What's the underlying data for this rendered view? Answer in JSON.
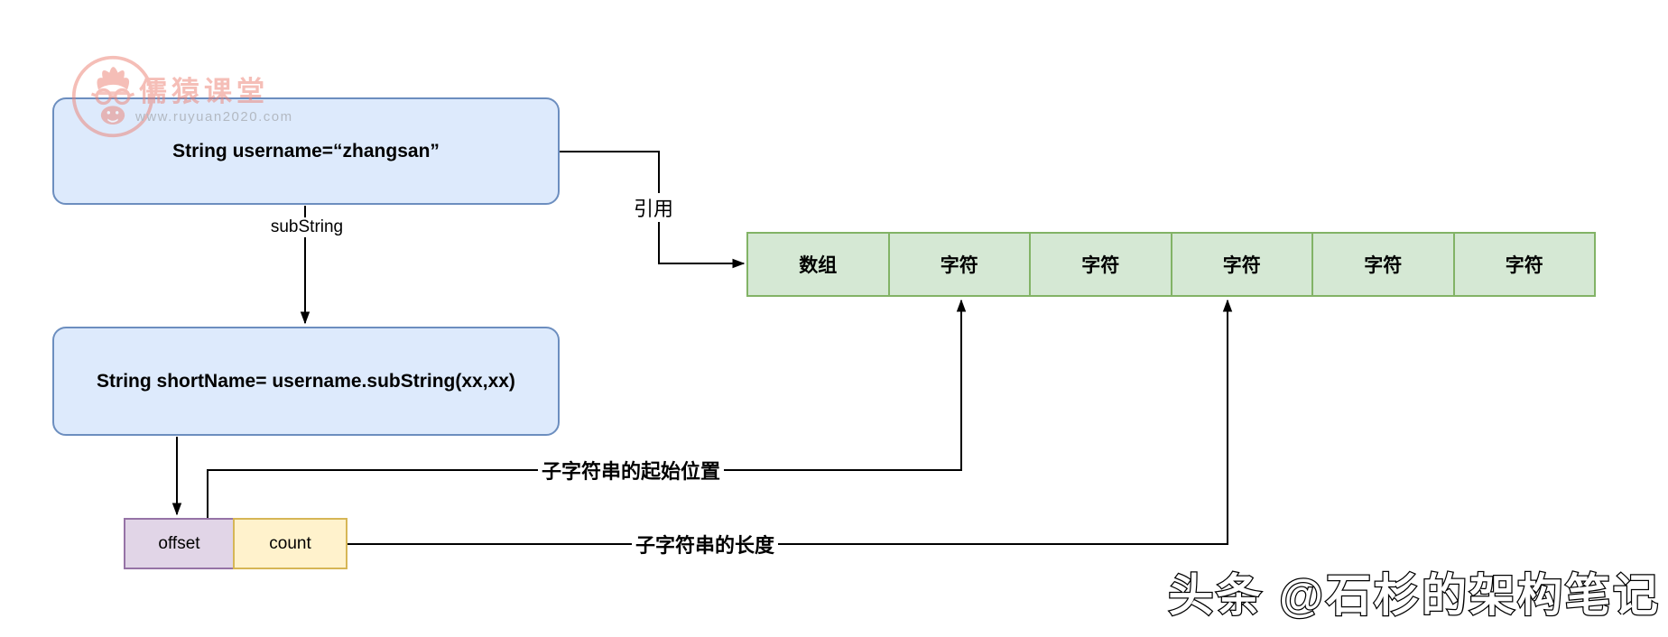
{
  "watermark_logo": {
    "title": "儒猿课堂",
    "url": "www.ruyuan2020.com",
    "accent_color": "#ec7f72"
  },
  "boxes": {
    "username": "String username=“zhangsan”",
    "shortname": "String shortName= username.subString(xx,xx)"
  },
  "edges": {
    "substring": "subString",
    "reference": "引用",
    "start_position": "子字符串的起始位置",
    "length": "子字符串的长度"
  },
  "array": {
    "cells": [
      "数组",
      "字符",
      "字符",
      "字符",
      "字符",
      "字符"
    ]
  },
  "fields": {
    "offset": "offset",
    "count": "count"
  },
  "footer_watermark": "头条 @石杉的架构笔记",
  "colors": {
    "box_fill": "#dae8fc",
    "box_border": "#6c8ebf",
    "array_fill": "#d5e8d4",
    "array_border": "#82b366",
    "offset_fill": "#e1d5e7",
    "offset_border": "#9673a6",
    "count_fill": "#fff2cc",
    "count_border": "#d6b656",
    "connector": "#000000"
  }
}
